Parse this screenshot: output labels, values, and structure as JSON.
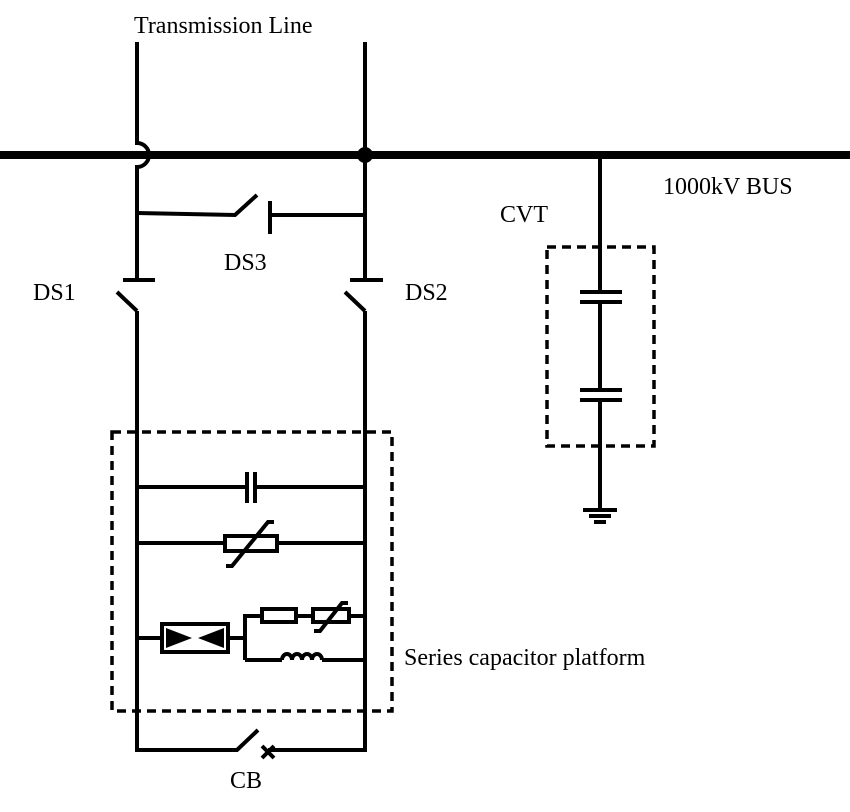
{
  "labels": {
    "transmission_line": "Transmission Line",
    "bus": "1000kV BUS",
    "cvt": "CVT",
    "ds1": "DS1",
    "ds2": "DS2",
    "ds3": "DS3",
    "cb": "CB",
    "platform": "Series capacitor platform"
  }
}
